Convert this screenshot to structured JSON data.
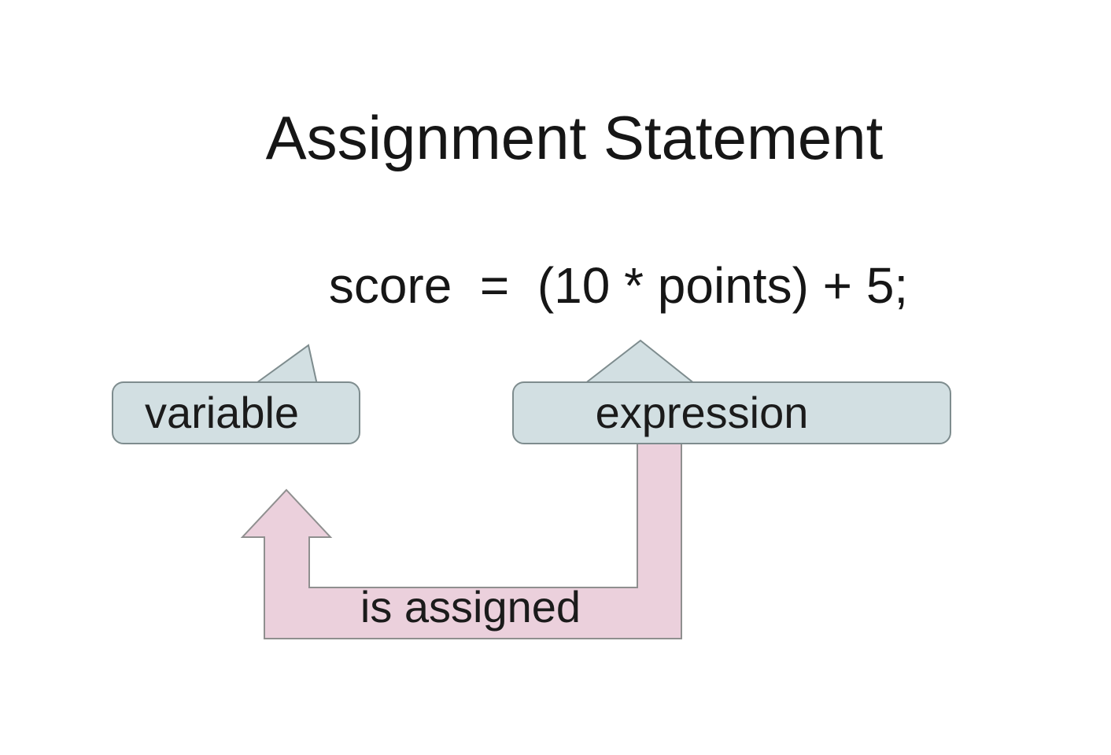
{
  "title": "Assignment Statement",
  "code": "score  =  (10 * points) + 5;",
  "callouts": {
    "variable": {
      "label": "variable"
    },
    "expression": {
      "label": "expression"
    }
  },
  "arrow": {
    "label": "is assigned"
  },
  "colors": {
    "background": "#ffffff",
    "text": "#161616",
    "callout_fill": "#d2dfe2",
    "callout_stroke": "#7e8c8e",
    "arrow_fill": "#ebd0dc",
    "arrow_stroke": "#8f8f8f"
  }
}
